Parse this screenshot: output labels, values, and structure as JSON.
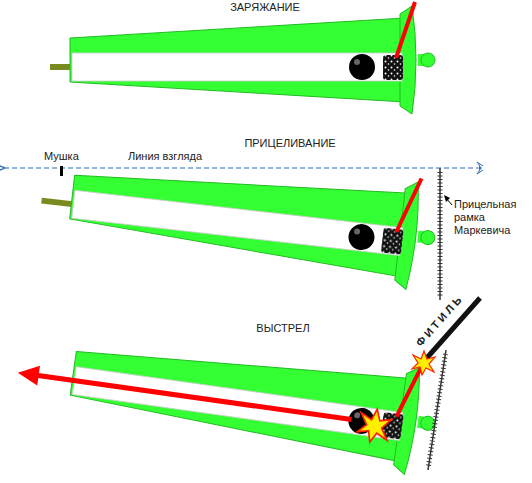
{
  "diagram": {
    "labels": [
      "ЗАРЯЖАНИЕ",
      "ПРИЦЕЛИВАНИЕ",
      "Мушка",
      "Линия взгляда",
      "Прицельная рамка Маркевича",
      "ВЫСТРЕЛ",
      "ФИТИЛЬ"
    ]
  }
}
